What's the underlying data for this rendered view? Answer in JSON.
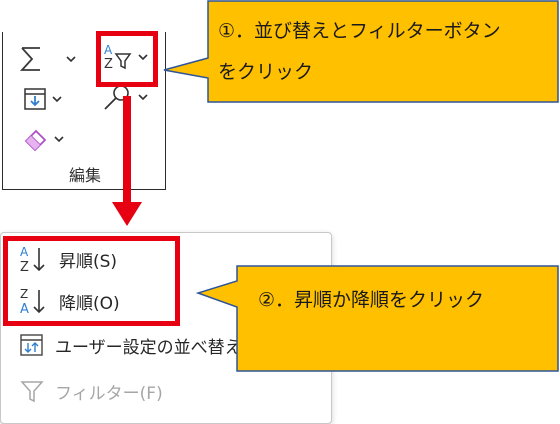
{
  "ribbon": {
    "group_label": "編集",
    "sort_icon_letters": {
      "top": "A",
      "bottom": "Z"
    }
  },
  "menu": {
    "items": [
      {
        "label": "昇順(S)",
        "icon": "sort-ascending-icon",
        "letters": [
          "A",
          "Z"
        ],
        "enabled": true
      },
      {
        "label": "降順(O)",
        "icon": "sort-descending-icon",
        "letters": [
          "Z",
          "A"
        ],
        "enabled": true
      },
      {
        "label": "ユーザー設定の並べ替え",
        "icon": "custom-sort-icon",
        "enabled": true
      },
      {
        "label": "フィルター(F)",
        "icon": "filter-icon",
        "enabled": false
      }
    ]
  },
  "callouts": {
    "first": {
      "line1": "①．並び替えとフィルターボタン",
      "line2": "をクリック"
    },
    "second": {
      "text": "②．昇順か降順をクリック"
    }
  },
  "colors": {
    "highlight_red": "#e60012",
    "callout_fill": "#ffc000",
    "callout_border": "#2f5597",
    "accent_blue": "#2f7fd1",
    "eraser_purple": "#b04fc8"
  }
}
